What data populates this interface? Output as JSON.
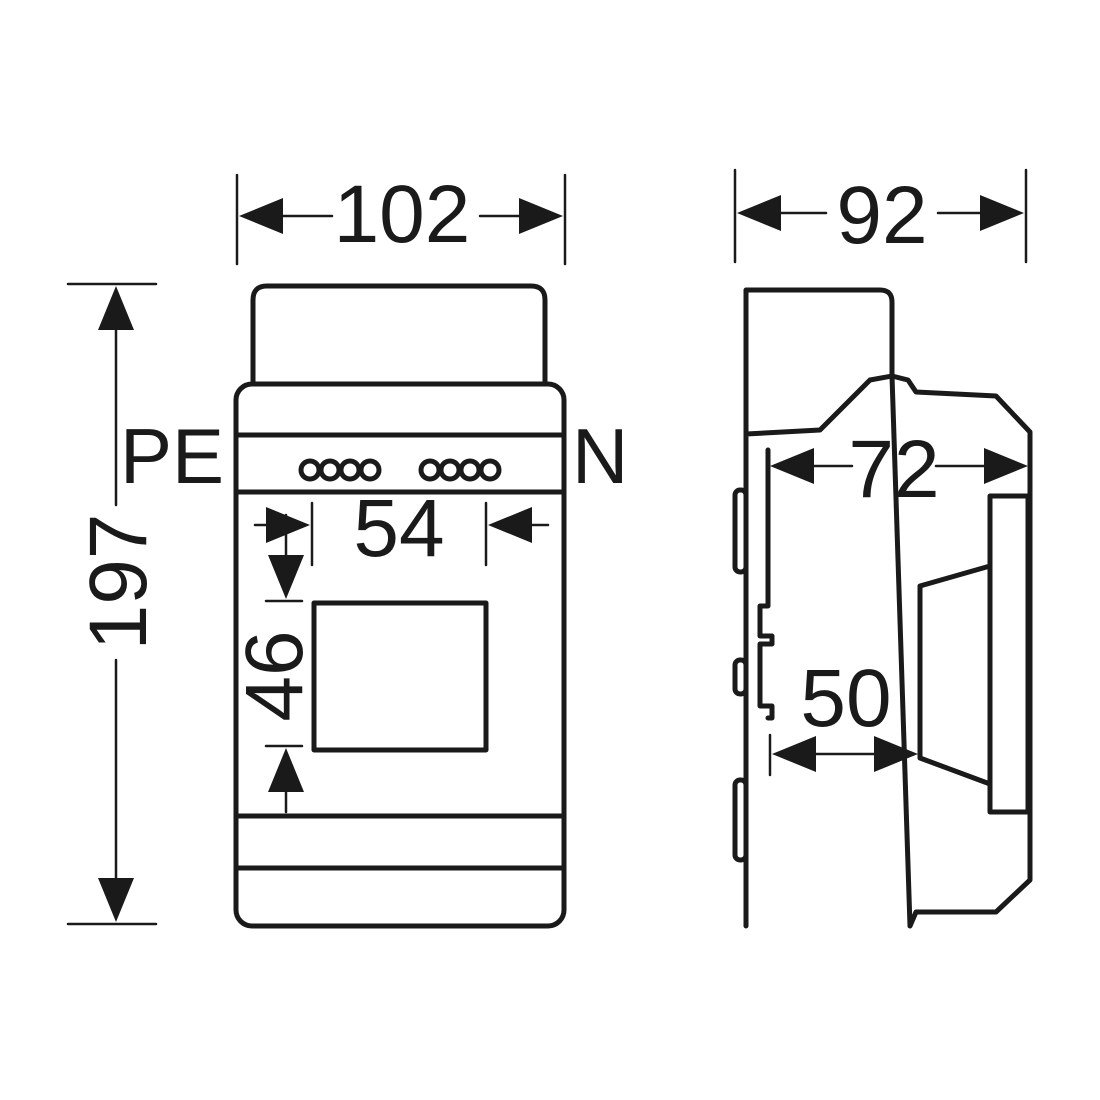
{
  "front_view": {
    "labels": {
      "pe": "PE",
      "n": "N"
    },
    "dimensions": {
      "width": "102",
      "height": "197",
      "window_width": "54",
      "window_height": "46"
    }
  },
  "side_view": {
    "dimensions": {
      "depth": "92",
      "inner_depth": "72",
      "offset": "50"
    }
  },
  "colors": {
    "stroke": "#1a1a1a",
    "background": "#ffffff"
  }
}
